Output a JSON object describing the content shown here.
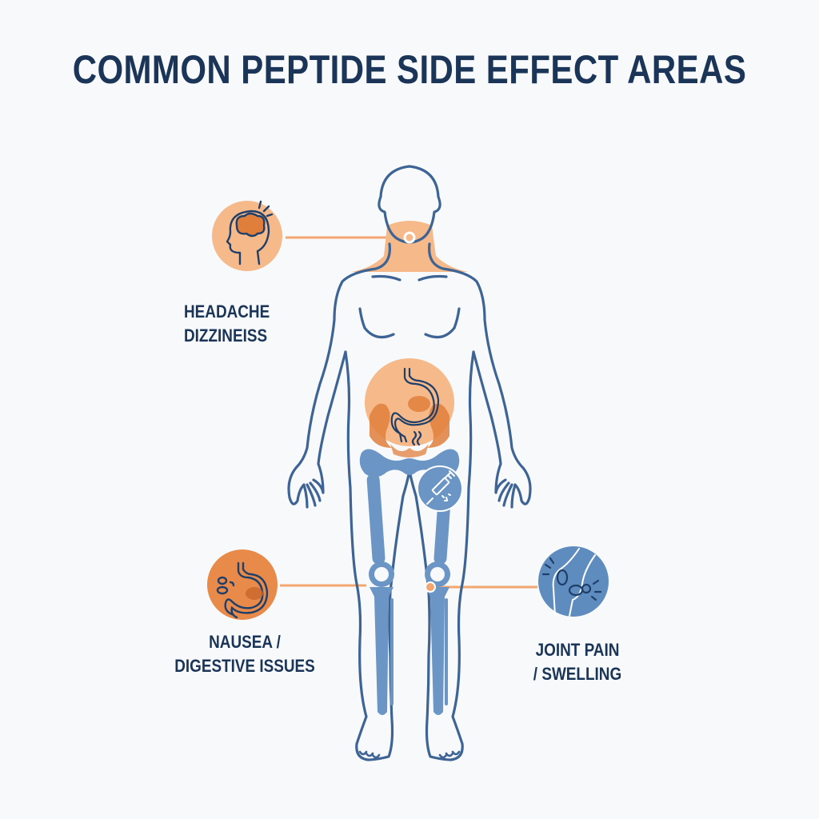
{
  "title": "COMMON PEPTIDE SIDE EFFECT AREAS",
  "colors": {
    "title": "#1b3558",
    "outline": "#3d6494",
    "bone": "#6a95c4",
    "orange_light": "#f6b98a",
    "orange_dark": "#e07f3c",
    "orange_line": "#f3a66f",
    "icon_blue": "#5f8cbf",
    "background": "#f8f9fa"
  },
  "callouts": [
    {
      "id": "headache",
      "icon": "head-brain-icon",
      "lines": [
        "HEADACHE",
        "DIZZINEISS"
      ],
      "target": "neck"
    },
    {
      "id": "nausea",
      "icon": "stomach-icon",
      "lines": [
        "NAUSEA /",
        "DIGESTIVE ISSUES"
      ],
      "target": "right-knee"
    },
    {
      "id": "joint",
      "icon": "joint-icon",
      "lines": [
        "JOINT PAIN",
        "/ SWELLING"
      ],
      "target": "left-knee"
    }
  ],
  "markers": [
    {
      "id": "abdomen",
      "icon": "stomach-icon",
      "description": "highlighted abdomen/digestive region"
    },
    {
      "id": "injection-site",
      "icon": "syringe-icon",
      "description": "injection site on thigh"
    }
  ]
}
